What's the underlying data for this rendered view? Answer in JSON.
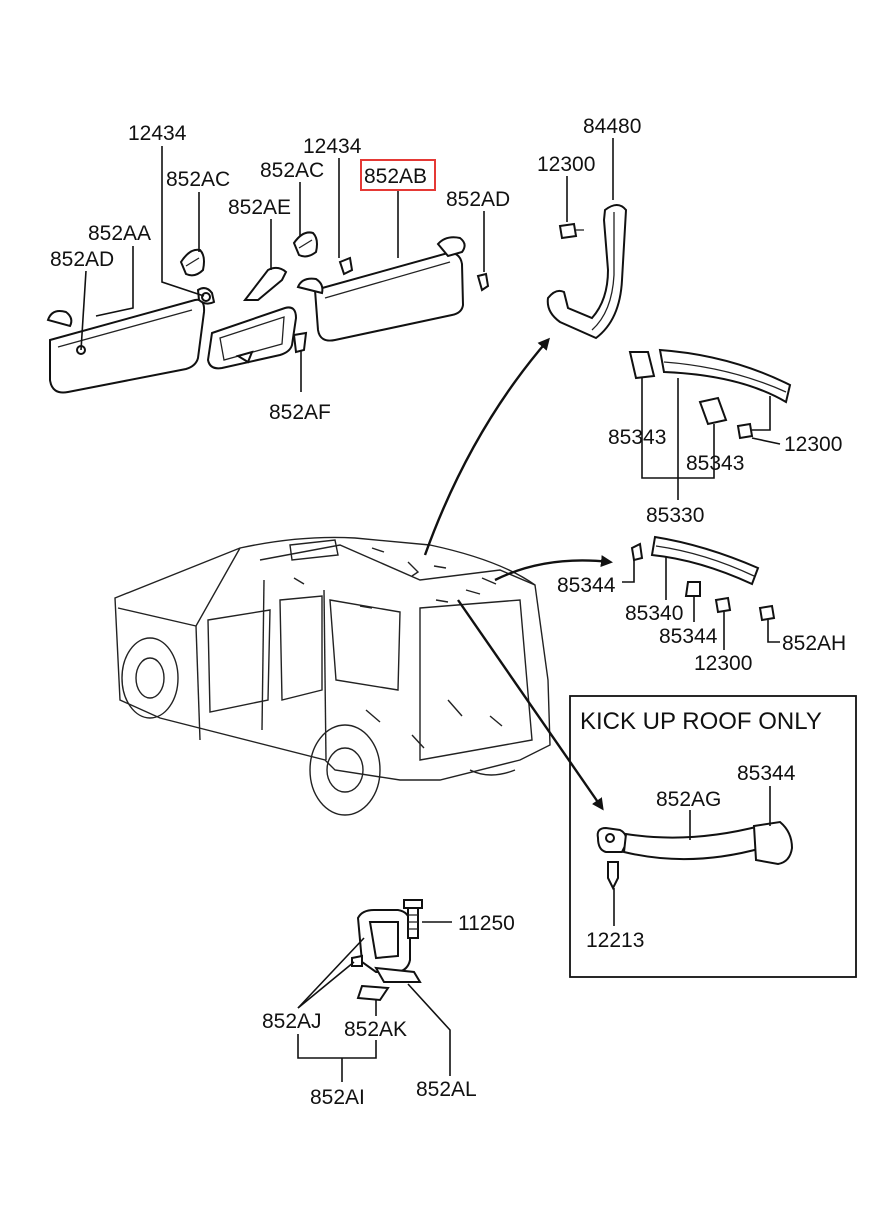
{
  "labels": {
    "l1": "12434",
    "l2": "852AC",
    "l3": "852AA",
    "l4": "852AD",
    "l5": "852AE",
    "l6": "852AC",
    "l7": "12434",
    "l8": "852AB",
    "l9": "852AD",
    "l10": "852AF",
    "l11": "84480",
    "l12": "12300",
    "l13": "85343",
    "l14": "85343",
    "l15": "12300",
    "l16": "85330",
    "l17": "85344",
    "l18": "85340",
    "l19": "85344",
    "l20": "12300",
    "l21": "852AH",
    "l22": "852AG",
    "l23": "85344",
    "l24": "12213",
    "l25": "11250",
    "l26": "852AJ",
    "l27": "852AK",
    "l28": "852AI",
    "l29": "852AL"
  },
  "kickup_box": {
    "title": "KICK UP ROOF ONLY"
  },
  "highlight": {
    "color": "#e53935"
  }
}
